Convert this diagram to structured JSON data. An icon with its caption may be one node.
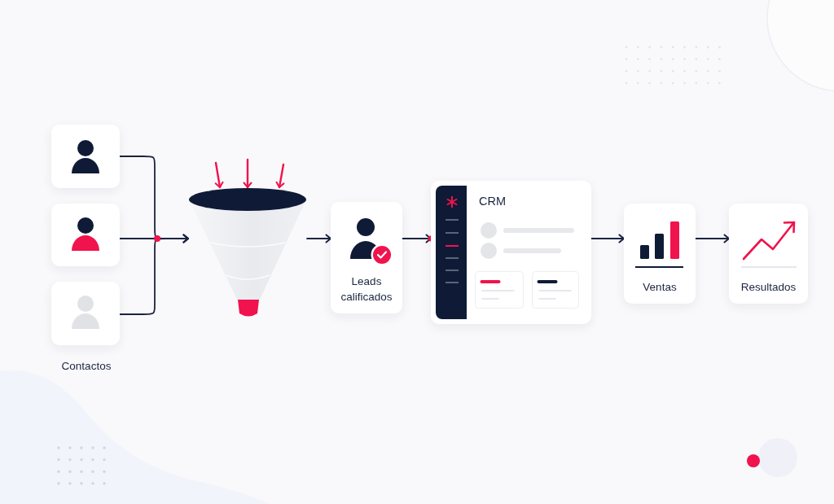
{
  "diagram": {
    "nodes": [
      {
        "text": [],
        "shape": "person"
      },
      {
        "text": [],
        "shape": "person"
      },
      {
        "text": [],
        "shape": "person"
      },
      {
        "text": [],
        "shape": "funnel"
      },
      {
        "text": [
          "Leads calificados"
        ]
      },
      {
        "text": [
          "CRM"
        ]
      },
      {
        "text": [
          "Ventas"
        ]
      },
      {
        "text": [
          "Resultados"
        ]
      }
    ],
    "edges": [
      {
        "from": 0,
        "to": 3,
        "arrow": "to"
      },
      {
        "from": 1,
        "to": 3,
        "arrow": "to"
      },
      {
        "from": 2,
        "to": 3,
        "arrow": "to"
      },
      {
        "from": null,
        "to": 3,
        "arrow": "to",
        "color": "#f0134d"
      },
      {
        "from": null,
        "to": 3,
        "arrow": "to",
        "color": "#f0134d"
      },
      {
        "from": null,
        "to": 3,
        "arrow": "to",
        "color": "#f0134d"
      },
      {
        "from": 3,
        "to": 4,
        "arrow": "to"
      },
      {
        "from": 4,
        "to": 5,
        "arrow": "to"
      },
      {
        "from": 5,
        "to": 6,
        "arrow": "to"
      },
      {
        "from": 6,
        "to": 7,
        "arrow": "to"
      }
    ],
    "labels": [
      "Contactos"
    ]
  }
}
